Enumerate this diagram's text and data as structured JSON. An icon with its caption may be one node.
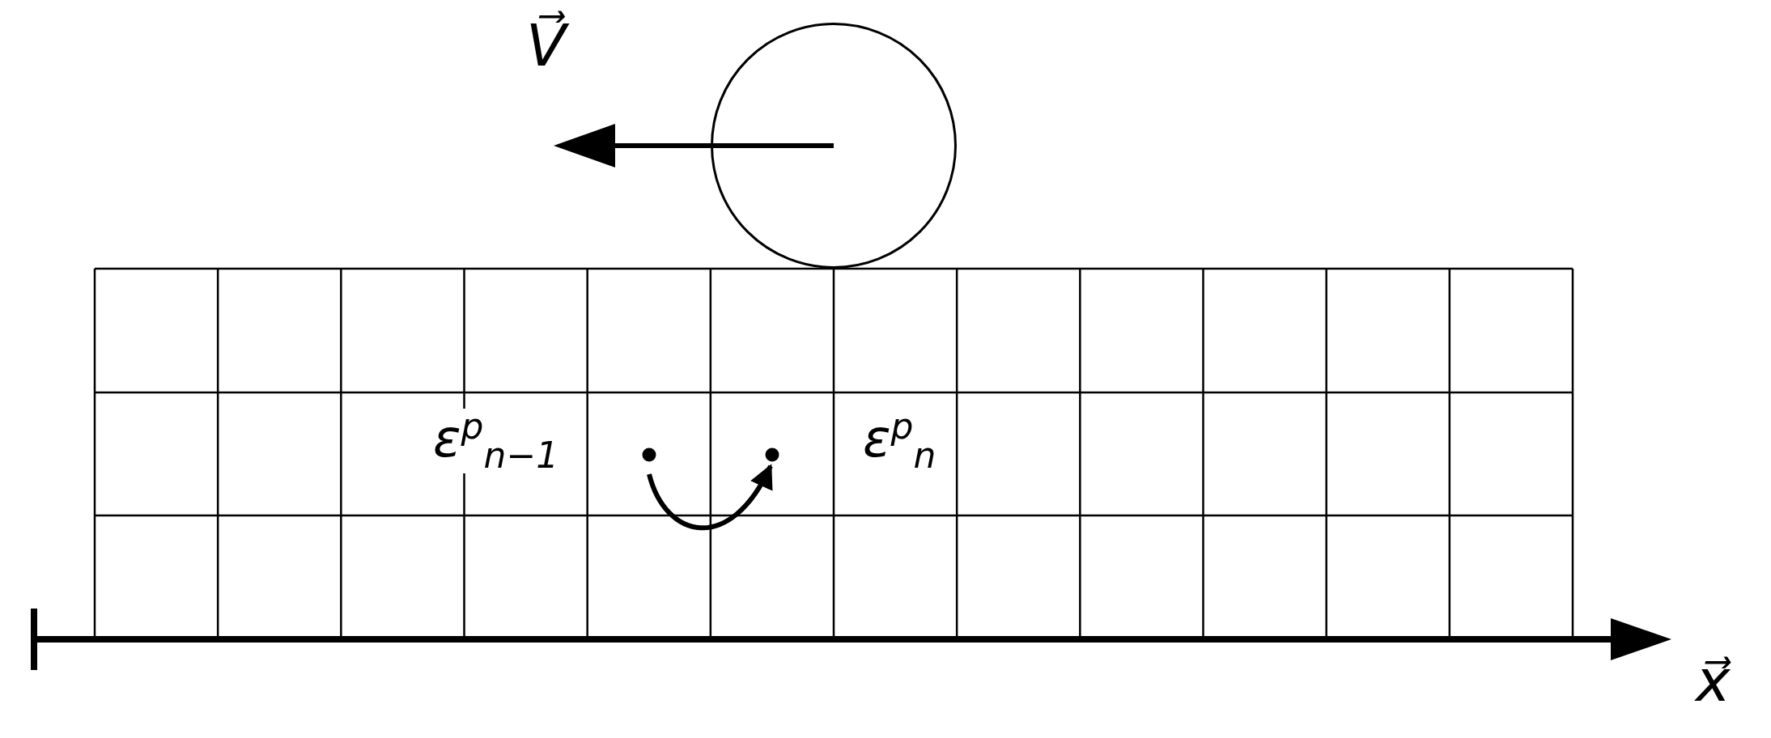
{
  "diagram": {
    "nodes": [
      {
        "text": [],
        "shape": "circle"
      },
      {
        "text": [],
        "shape": "circle",
        "beside": [
          "ε$^{p}$$_{n−1}$"
        ]
      },
      {
        "text": [],
        "shape": "circle",
        "beside": [
          "ε$^{p}$$_{n}$"
        ]
      }
    ],
    "edges": [
      {
        "from": 1,
        "to": 2,
        "arrow": "to"
      }
    ],
    "labels": [
      "V⃗",
      "x⃗"
    ]
  }
}
